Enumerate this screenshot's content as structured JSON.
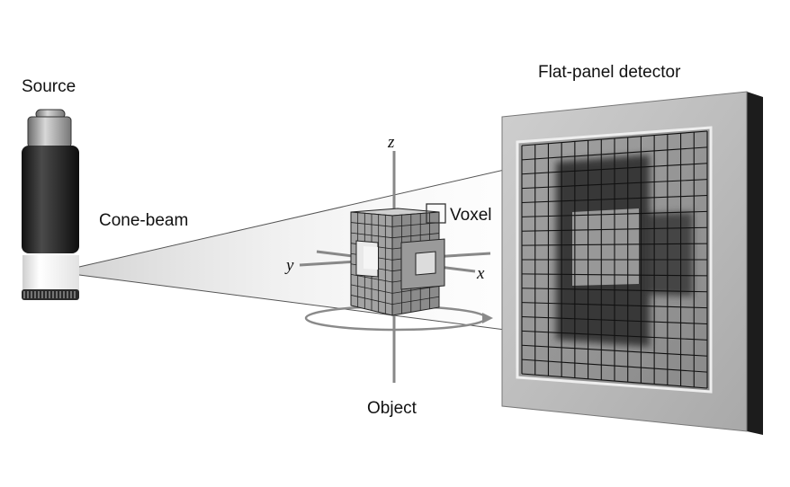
{
  "labels": {
    "source": "Source",
    "cone_beam": "Cone-beam",
    "voxel": "Voxel",
    "object": "Object",
    "detector": "Flat-panel detector"
  },
  "axes": {
    "z": "z",
    "y": "y",
    "x": "x"
  },
  "colors": {
    "background": "#ffffff",
    "text": "#111111",
    "frame": "#b9b9b9",
    "detector_face": "#9a9a9a",
    "shadow": "#3a3a3a",
    "grid_line": "#111111",
    "source_body": "#2b2b2b",
    "source_window": "#ffffff"
  },
  "detector": {
    "grid_cols": 14,
    "grid_rows": 16
  },
  "voxel_cube": {
    "cols_front": 6,
    "rows": 9,
    "cols_side": 5
  }
}
